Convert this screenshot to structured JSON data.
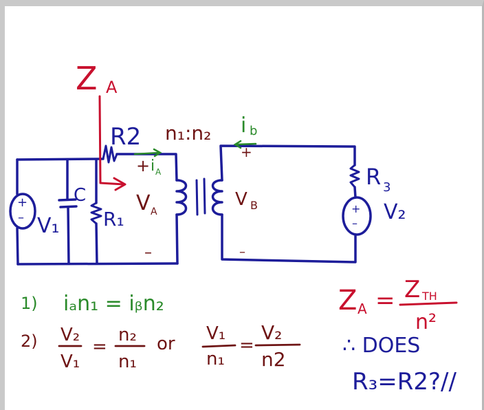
{
  "circuit": {
    "za_label": "Z",
    "za_sub": "A",
    "r2_label": "R2",
    "turns_ratio": "n₁:n₂",
    "ib_label": "i",
    "ib_sub": "b",
    "ia_label": "i",
    "ia_sub": "A",
    "c_label": "C",
    "v1_label": "V₁",
    "r1_label": "R₁",
    "va_label": "V",
    "va_sub": "A",
    "vb_label": "V",
    "vb_sub": "B",
    "r3_label": "R",
    "r3_sub": "3",
    "v2_label": "V₂",
    "plus": "+",
    "minus": "–"
  },
  "equations": {
    "eq1_number": "1)",
    "eq1_text": "iₐn₁ = iᵦn₂",
    "eq2_number": "2)",
    "eq2_frac1_num": "V₂",
    "eq2_frac1_den": "V₁",
    "eq2_frac2_num": "n₂",
    "eq2_frac2_den": "n₁",
    "eq2_or": "or",
    "eq2_frac3_num": "V₁",
    "eq2_frac3_den": "n₁",
    "eq2_frac4_num": "V₂",
    "eq2_frac4_den": "n2",
    "za_eq_lhs": "Z",
    "za_eq_lhs_sub": "A",
    "za_eq_num": "Z",
    "za_eq_num_sub": "TH",
    "za_eq_den": "n²",
    "question_line1": "∴ DOES",
    "question_line2": "R₃=R2?//"
  },
  "colors": {
    "wire": "#1d1d9a",
    "maroon": "#6e1414",
    "red": "#c8102e",
    "green": "#2a8a2a"
  }
}
